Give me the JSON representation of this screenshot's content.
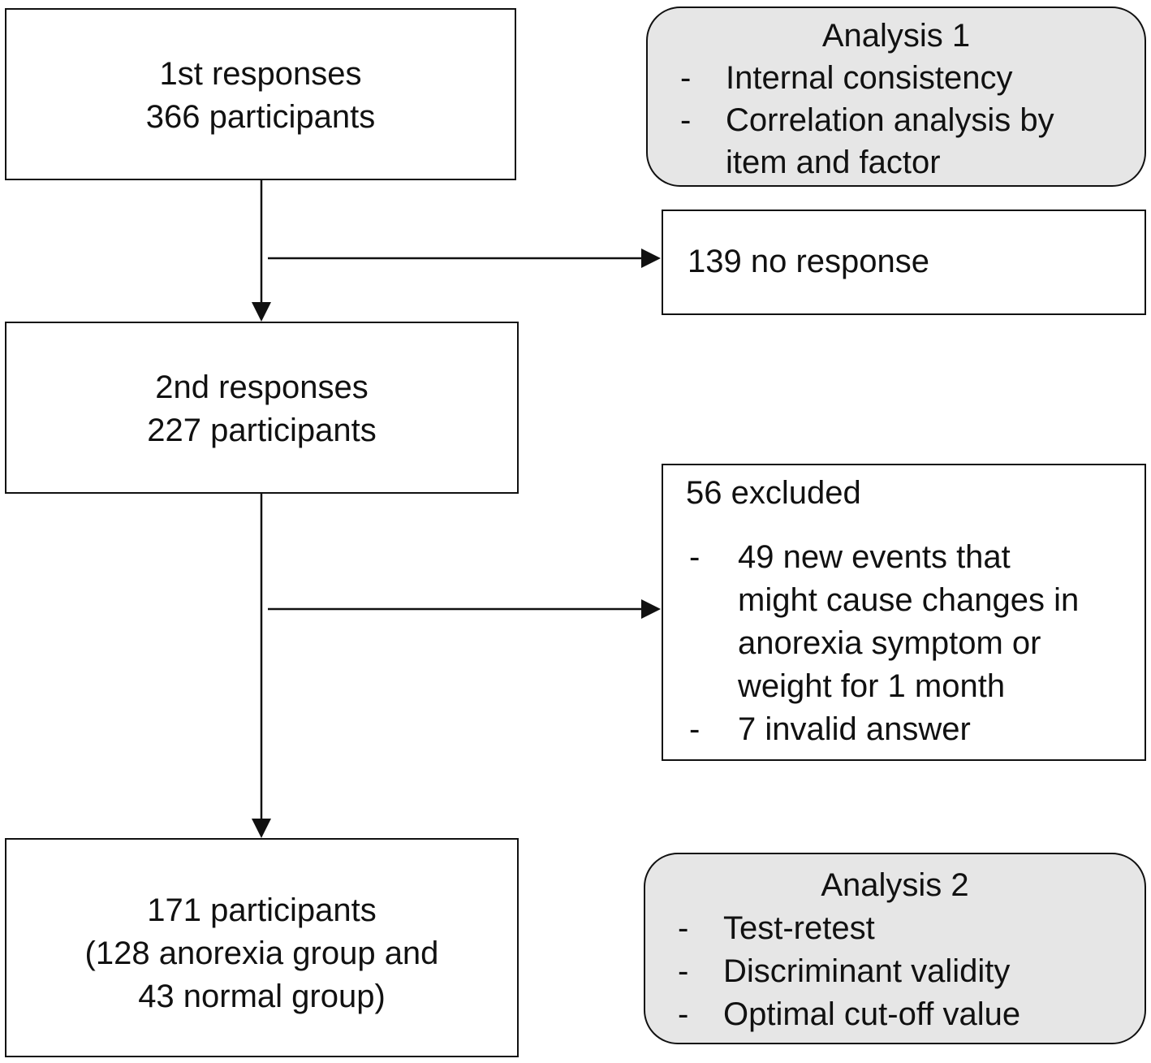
{
  "boxes": {
    "first": {
      "line1": "1st responses",
      "line2": "366 participants"
    },
    "second": {
      "line1": "2nd responses",
      "line2": "227 participants"
    },
    "final": {
      "line1": "171 participants",
      "line2": "(128 anorexia group and",
      "line3": "43 normal group)"
    },
    "no_response": {
      "label": "139 no response"
    },
    "excluded": {
      "title": "56 excluded",
      "items": [
        {
          "bullet": "-",
          "lines": [
            "49 new events that",
            "might cause changes in",
            "anorexia symptom or",
            "weight for 1 month"
          ]
        },
        {
          "bullet": "-",
          "lines": [
            "7 invalid answer"
          ]
        }
      ]
    },
    "analysis1": {
      "title": "Analysis 1",
      "items": [
        {
          "bullet": "-",
          "lines": [
            "Internal consistency"
          ]
        },
        {
          "bullet": "-",
          "lines": [
            "Correlation analysis by",
            "item and factor"
          ]
        }
      ]
    },
    "analysis2": {
      "title": "Analysis 2",
      "items": [
        {
          "bullet": "-",
          "lines": [
            "Test-retest"
          ]
        },
        {
          "bullet": "-",
          "lines": [
            "Discriminant validity"
          ]
        },
        {
          "bullet": "-",
          "lines": [
            "Optimal cut-off value"
          ]
        }
      ]
    }
  },
  "colors": {
    "line": "#111111",
    "box_fill": "#ffffff",
    "analysis_fill": "#e6e6e6"
  }
}
